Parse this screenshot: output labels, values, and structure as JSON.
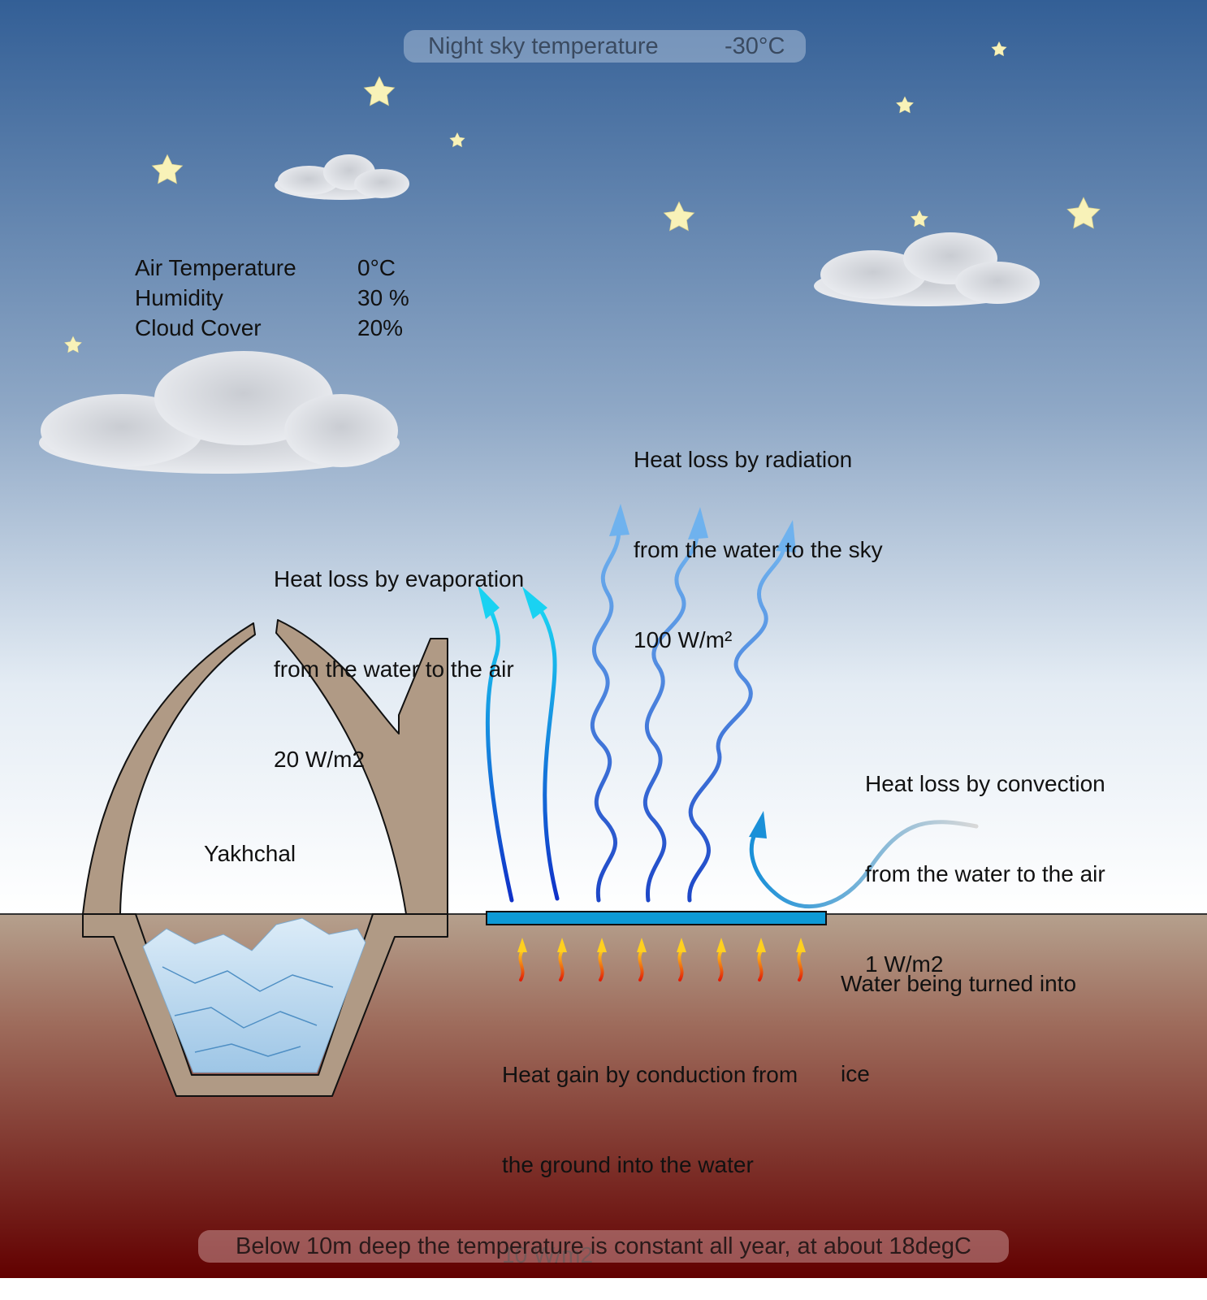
{
  "sky": {
    "label": "Night sky temperature",
    "value": "-30°C"
  },
  "conditions": [
    {
      "label": "Air Temperature",
      "value": "0°C"
    },
    {
      "label": "Humidity",
      "value": "30 %"
    },
    {
      "label": "Cloud Cover",
      "value": "20%"
    }
  ],
  "evaporation": {
    "line1": "Heat loss by evaporation",
    "line2": "from the water to the air",
    "line3": "20 W/m2"
  },
  "radiation": {
    "line1": "Heat loss by radiation",
    "line2": "from the water to the sky",
    "line3": "100 W/m²"
  },
  "convection": {
    "line1": "Heat loss by convection",
    "line2": "from the water to the air",
    "line3": "1 W/m2"
  },
  "water": {
    "line1": "Water being turned into",
    "line2": "ice"
  },
  "conduction": {
    "line1": "Heat gain by conduction from",
    "line2": "the ground into the water",
    "line3": "10 W/m2"
  },
  "yakhchal": {
    "label": "Yakhchal"
  },
  "footer": {
    "text": "Below 10m deep the temperature is constant all year, at about 18degC"
  },
  "colors": {
    "sky_top": "#335f96",
    "sky_bottom": "#ffffff",
    "ground_top": "#b5a08d",
    "ground_bottom": "#620000",
    "wall": "#b09a85",
    "water": "#0e9ad6",
    "star": "#f8f2b8"
  }
}
